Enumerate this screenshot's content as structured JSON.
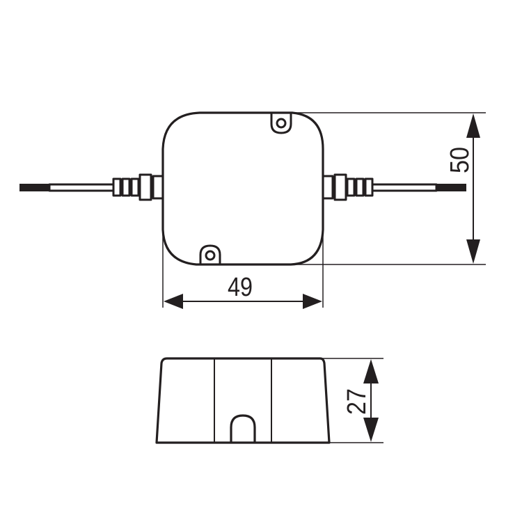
{
  "drawing": {
    "type": "technical-dimension-drawing",
    "colors": {
      "line": "#231f20",
      "background": "#ffffff"
    },
    "top_view": {
      "width_label": "49",
      "height_label": "50"
    },
    "side_view": {
      "height_label": "27"
    }
  }
}
